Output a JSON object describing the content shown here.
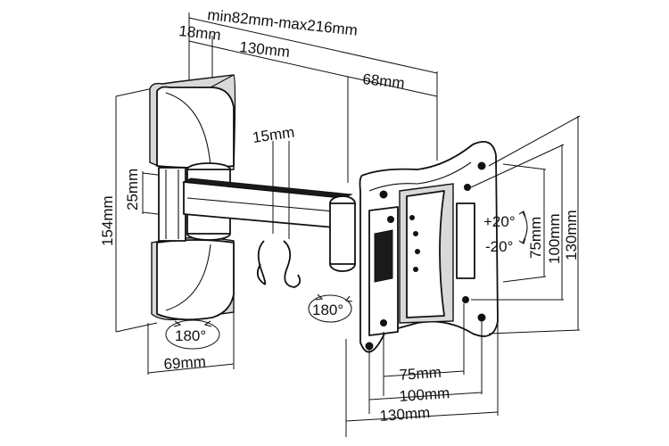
{
  "dimensions": {
    "overall_extension": "min82mm-max216mm",
    "wall_plate_depth": "18mm",
    "arm_length": "130mm",
    "head_depth": "68mm",
    "arm_drop": "15mm",
    "bracket_offset": "25mm",
    "wall_plate_height": "154mm",
    "wall_plate_width": "69mm",
    "wall_rotation": "180°",
    "arm_rotation": "180°",
    "tilt_up": "+20°",
    "tilt_down": "-20°",
    "vesa_small_v": "75mm",
    "vesa_mid_v": "100mm",
    "vesa_large_v": "130mm",
    "vesa_small_h": "75mm",
    "vesa_mid_h": "100mm",
    "vesa_large_h": "130mm"
  }
}
